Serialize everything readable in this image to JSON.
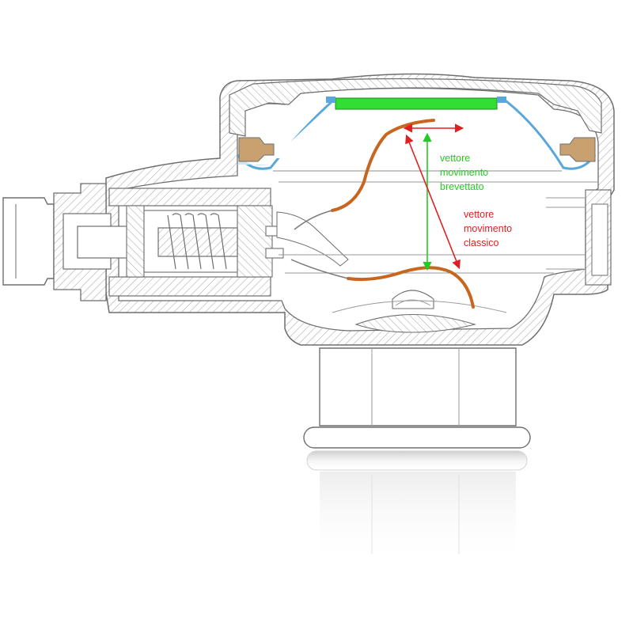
{
  "colors": {
    "background": "#ffffff",
    "line": "#6e6e6e",
    "hatch": "#a8a8a8",
    "patented_vector": "#22cc22",
    "classic_vector": "#e02020",
    "lever": "#c8651f",
    "diaphragm": "#5aa7d8",
    "diaphragm_fill": "#cfe6f5",
    "seat": "#c9a070",
    "seat_pad": "#33dd33"
  },
  "labels": {
    "patented": [
      "vettore",
      "movimento",
      "brevettato"
    ],
    "classic": [
      "vettore",
      "movimento",
      "classico"
    ]
  },
  "icons": {
    "patented_arrow": "double-headed-vertical-arrow",
    "classic_arrow": "double-headed-diagonal-arrow",
    "horizontal_arrow": "double-headed-horizontal-arrow"
  }
}
